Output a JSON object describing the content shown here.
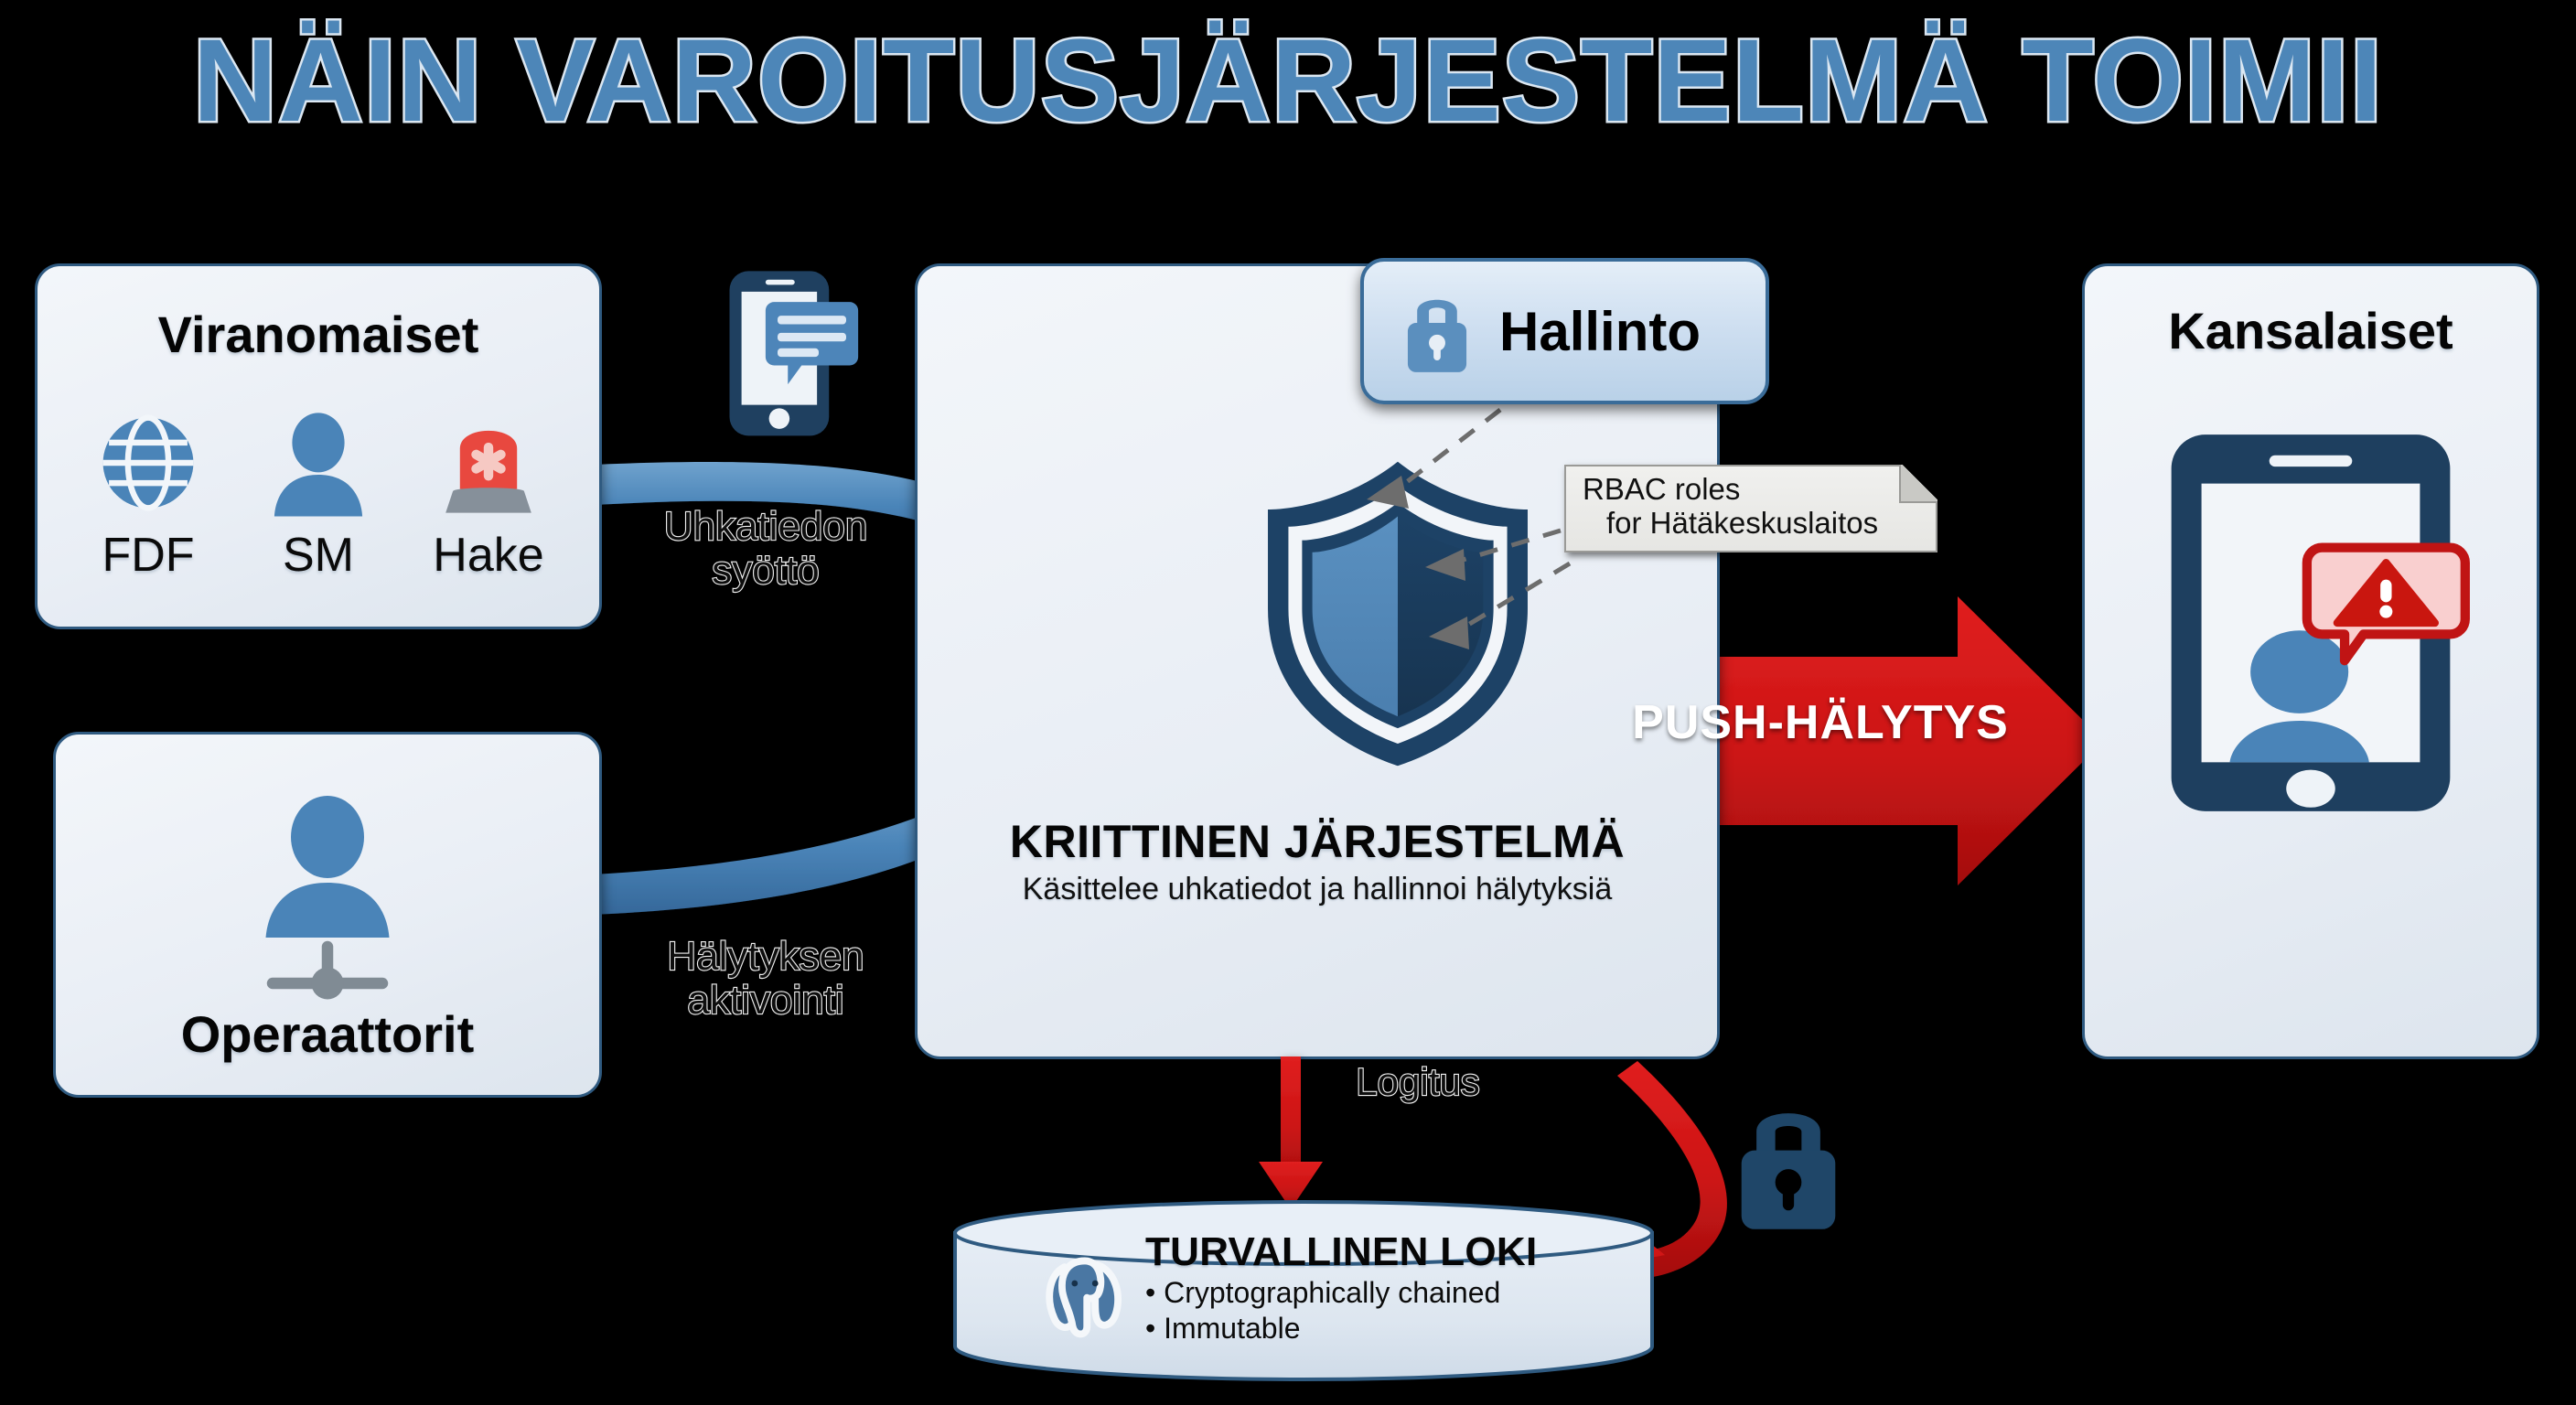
{
  "title": "NÄIN VAROITUSJÄRJESTELMÄ TOIMII",
  "colors": {
    "background": "#000000",
    "title_fill": "#4d86b8",
    "title_outline": "#dbe7f2",
    "panel_border": "#2f5a80",
    "panel_fill": "#eef2f8",
    "accent_blue": "#4a84b8",
    "dark_navy": "#1e4266",
    "alert_red": "#cc1717",
    "note_gray": "#e8e8e5"
  },
  "authorities": {
    "title": "Viranomaiset",
    "items": [
      {
        "label": "FDF",
        "icon": "globe-icon"
      },
      {
        "label": "SM",
        "icon": "person-icon"
      },
      {
        "label": "Hake",
        "icon": "siren-icon"
      }
    ]
  },
  "operators": {
    "title": "Operaattorit",
    "icon": "operator-network-icon"
  },
  "core": {
    "heading": "KRIITTINEN JÄRJESTELMÄ",
    "subheading": "Käsittelee uhkatiedot ja hallinnoi hälytyksiä",
    "icon": "shield-icon"
  },
  "governance": {
    "label": "Hallinto",
    "icon": "lock-icon"
  },
  "rbac_note": {
    "line1": "RBAC roles",
    "line2": "for Hätäkeskuslaitos"
  },
  "citizens": {
    "title": "Kansalaiset",
    "device_icon": "smartphone-icon",
    "alert_icon": "warning-triangle-icon",
    "user_icon": "person-icon"
  },
  "secure_log": {
    "title": "TURVALLINEN LOKI",
    "bullets": [
      "• Cryptographically chained",
      "• Immutable"
    ],
    "db_icon": "postgresql-elephant-icon",
    "lock_icon": "lock-icon"
  },
  "flows": {
    "threat_input": "Uhkatiedon\nsyöttö",
    "threat_input_l1": "Uhkatiedon",
    "threat_input_l2": "syöttö",
    "alert_activation_l1": "Hälytyksen",
    "alert_activation_l2": "aktivointi",
    "push_alert": "PUSH-HÄLYTYS",
    "logging": "Logitus",
    "sms_icon": "phone-message-icon"
  }
}
